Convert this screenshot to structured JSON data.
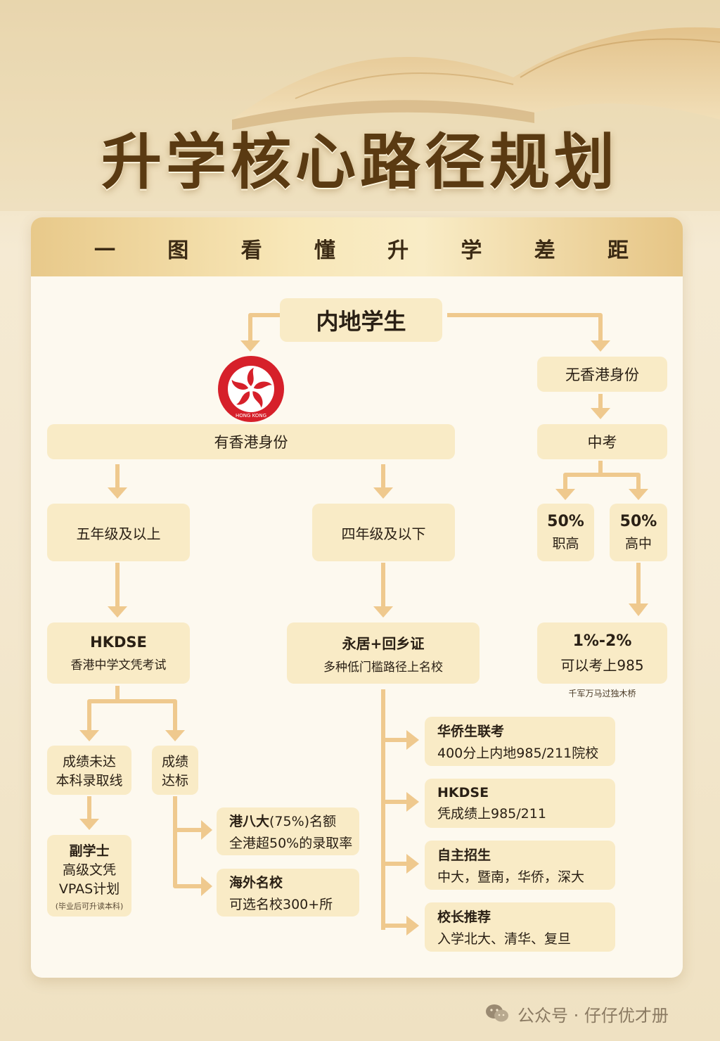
{
  "title": "升学核心路径规划",
  "band_chars": [
    "一",
    "图",
    "看",
    "懂",
    "升",
    "学",
    "差",
    "距"
  ],
  "root": "内地学生",
  "left_branch": {
    "label": "有香港身份",
    "grade_high": "五年级及以上",
    "grade_low": "四年级及以下",
    "hkdse_title": "HKDSE",
    "hkdse_sub": "香港中学文凭考试",
    "fail_label": [
      "成绩未达",
      "本科录取线"
    ],
    "pass_label": [
      "成绩",
      "达标"
    ],
    "assoc_title": "副学士",
    "assoc_lines": [
      "高级文凭",
      "VPAS计划"
    ],
    "assoc_note": "(毕业后可升读本科)",
    "hk8_title": "港八大",
    "hk8_title_suffix": "(75%)名额",
    "hk8_sub": "全港超50%的录取率",
    "overseas_title": "海外名校",
    "overseas_sub": "可选名校300+所",
    "permres_title": "永居+回乡证",
    "permres_sub": "多种低门槛路径上名校",
    "routes": [
      {
        "title": "华侨生联考",
        "sub": "400分上内地985/211院校"
      },
      {
        "title": "HKDSE",
        "sub": "凭成绩上985/211"
      },
      {
        "title": "自主招生",
        "sub": "中大，暨南，华侨，深大"
      },
      {
        "title": "校长推荐",
        "sub": "入学北大、清华、复旦"
      }
    ]
  },
  "right_branch": {
    "label": "无香港身份",
    "exam": "中考",
    "vocational_pct": "50%",
    "vocational": "职高",
    "highschool_pct": "50%",
    "highschool": "高中",
    "result_pct": "1%-2%",
    "result_sub": "可以考上985",
    "note": "千军万马过独木桥"
  },
  "emblem_text": "HONG KONG",
  "footer": "公众号 · 仔仔优才册",
  "colors": {
    "box": "#f9ebc6",
    "arrow": "#efc98e",
    "title": "#5a3a12",
    "emblem_red": "#d6202a"
  }
}
